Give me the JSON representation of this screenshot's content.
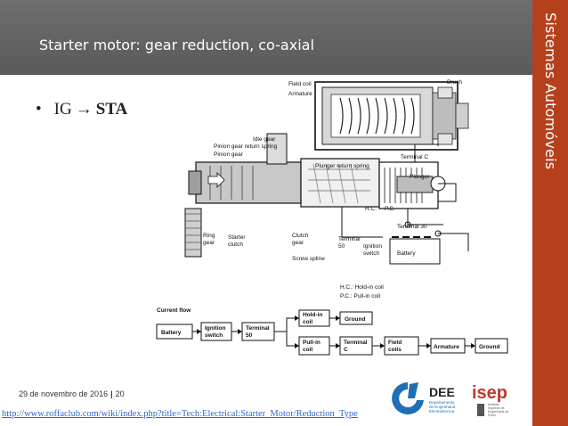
{
  "slide": {
    "title": "Starter motor: gear reduction, co-axial",
    "side_title": "Sistemas Automóveis",
    "bullet": {
      "symbol": "•",
      "from": "IG",
      "arrow": "→",
      "to": "STA"
    },
    "footer": {
      "date": "29 de novembro de 2016",
      "separator": "|",
      "page": "20"
    },
    "url": "http://www.roffaclub.com/wiki/index.php?title=Tech:Electrical:Starter_Motor/Reduction_Type"
  },
  "diagram": {
    "labels": {
      "field_coil": "Field coil",
      "armature": "Armature",
      "brush": "Brush",
      "idle_gear": "Idle gear",
      "pinion_gear_return_spring": "Pinion gear return spring",
      "pinion_gear": "Pinion gear",
      "terminal_c": "Terminal C",
      "plunger_return_spring": "Plunger return spring",
      "plunger": "Plunger",
      "terminal_30": "Terminal 30",
      "ring_gear": "Ring gear",
      "starter_clutch": "Starter clutch",
      "clutch_gear": "Clutch gear",
      "terminal_50": "Terminal 50",
      "ignition_switch": "Ignition switch",
      "battery": "Battery",
      "screw_spline": "Screw spline",
      "hc_legend": "H.C.:  Hold-in coil",
      "pc_legend": "P.C.:  Pull-in coil",
      "hc_mark": "H.C.",
      "pc_mark": "P.C."
    }
  },
  "current_flow": {
    "heading": "Current flow",
    "boxes": {
      "battery": "Battery",
      "ignition_switch": "Ignition switch",
      "terminal_50": "Terminal 50",
      "hold_in_coil": "Hold-in coil",
      "ground_top": "Ground",
      "pull_in_coil": "Pull-in coil",
      "terminal_c": "Terminal C",
      "field_coils": "Field coils",
      "armature": "Armature",
      "ground_bottom": "Ground"
    }
  },
  "logos": {
    "dee_name": "DEE",
    "dee_sub1": "Departamento",
    "dee_sub2": "de Engenharia",
    "dee_sub3": "Electrotécnica",
    "isep_name": "isep",
    "isep_sub1": "Instituto",
    "isep_sub2": "Superior de",
    "isep_sub3": "Engenharia do",
    "isep_sub4": "Porto"
  },
  "colors": {
    "title_band": "#666666",
    "side_band": "#b5411c",
    "url": "#3366cc",
    "dee_blue": "#1f6fb5",
    "isep_red": "#c0392b"
  }
}
